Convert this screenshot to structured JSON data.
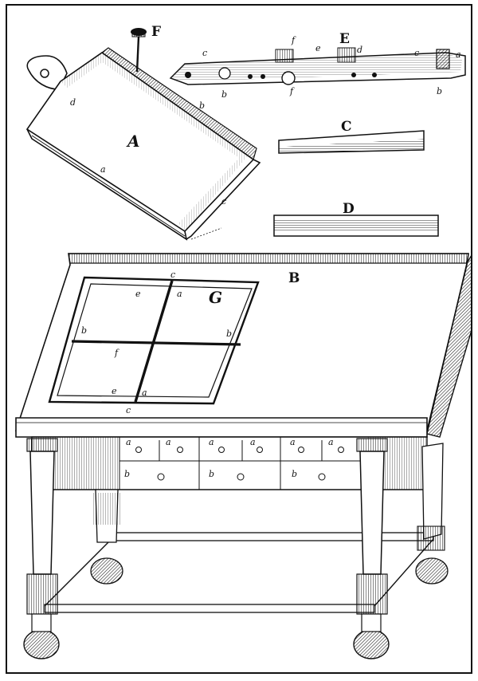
{
  "plate": {
    "figure_labels": {
      "A": "A",
      "B": "B",
      "C": "C",
      "D": "D",
      "E": "E",
      "F": "F",
      "G": "G"
    },
    "part_labels": {
      "a": "a",
      "b": "b",
      "c": "c",
      "d": "d",
      "e": "e",
      "f": "f"
    },
    "colors": {
      "ink": "#111111",
      "paper": "#ffffff"
    }
  }
}
